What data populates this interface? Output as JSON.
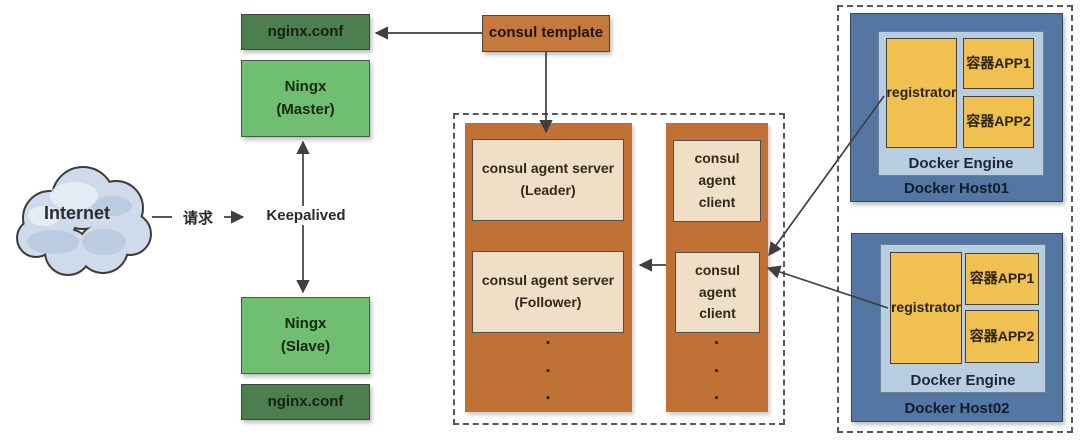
{
  "cloud": {
    "label": "Internet"
  },
  "labels": {
    "request": "请求",
    "keepalived": "Keepalived"
  },
  "nginx_stack": {
    "conf_top": "nginx.conf",
    "master": {
      "line1": "Ningx",
      "line2": "(Master)"
    },
    "slave": {
      "line1": "Ningx",
      "line2": "(Slave)"
    },
    "conf_bottom": "nginx.conf"
  },
  "consul": {
    "template": "consul template",
    "servers": [
      {
        "line1": "consul agent server",
        "line2": "(Leader)"
      },
      {
        "line1": "consul agent server",
        "line2": "(Follower)"
      }
    ],
    "clients": [
      {
        "line1": "consul agent",
        "line2": "client"
      },
      {
        "line1": "consul agent",
        "line2": "client"
      }
    ],
    "dot": "·"
  },
  "docker": {
    "hosts": [
      {
        "name": "Docker Host01",
        "engine": "Docker Engine",
        "registrator": "registrator",
        "app1": "容器APP1",
        "app2": "容器APP2"
      },
      {
        "name": "Docker Host02",
        "engine": "Docker Engine",
        "registrator": "registrator",
        "app1": "容器APP1",
        "app2": "容器APP2"
      }
    ]
  },
  "colors": {
    "green_dark": "#4c7e50",
    "green_light": "#6fbe72",
    "orange": "#c6793c",
    "orange_column": "#bf7136",
    "beige": "#efdfc7",
    "blue_host": "#5376a3",
    "blue_engine": "#b8cce2",
    "yellow": "#f0c050",
    "arrow": "#3f3f3f",
    "text_dark": "#262626"
  }
}
